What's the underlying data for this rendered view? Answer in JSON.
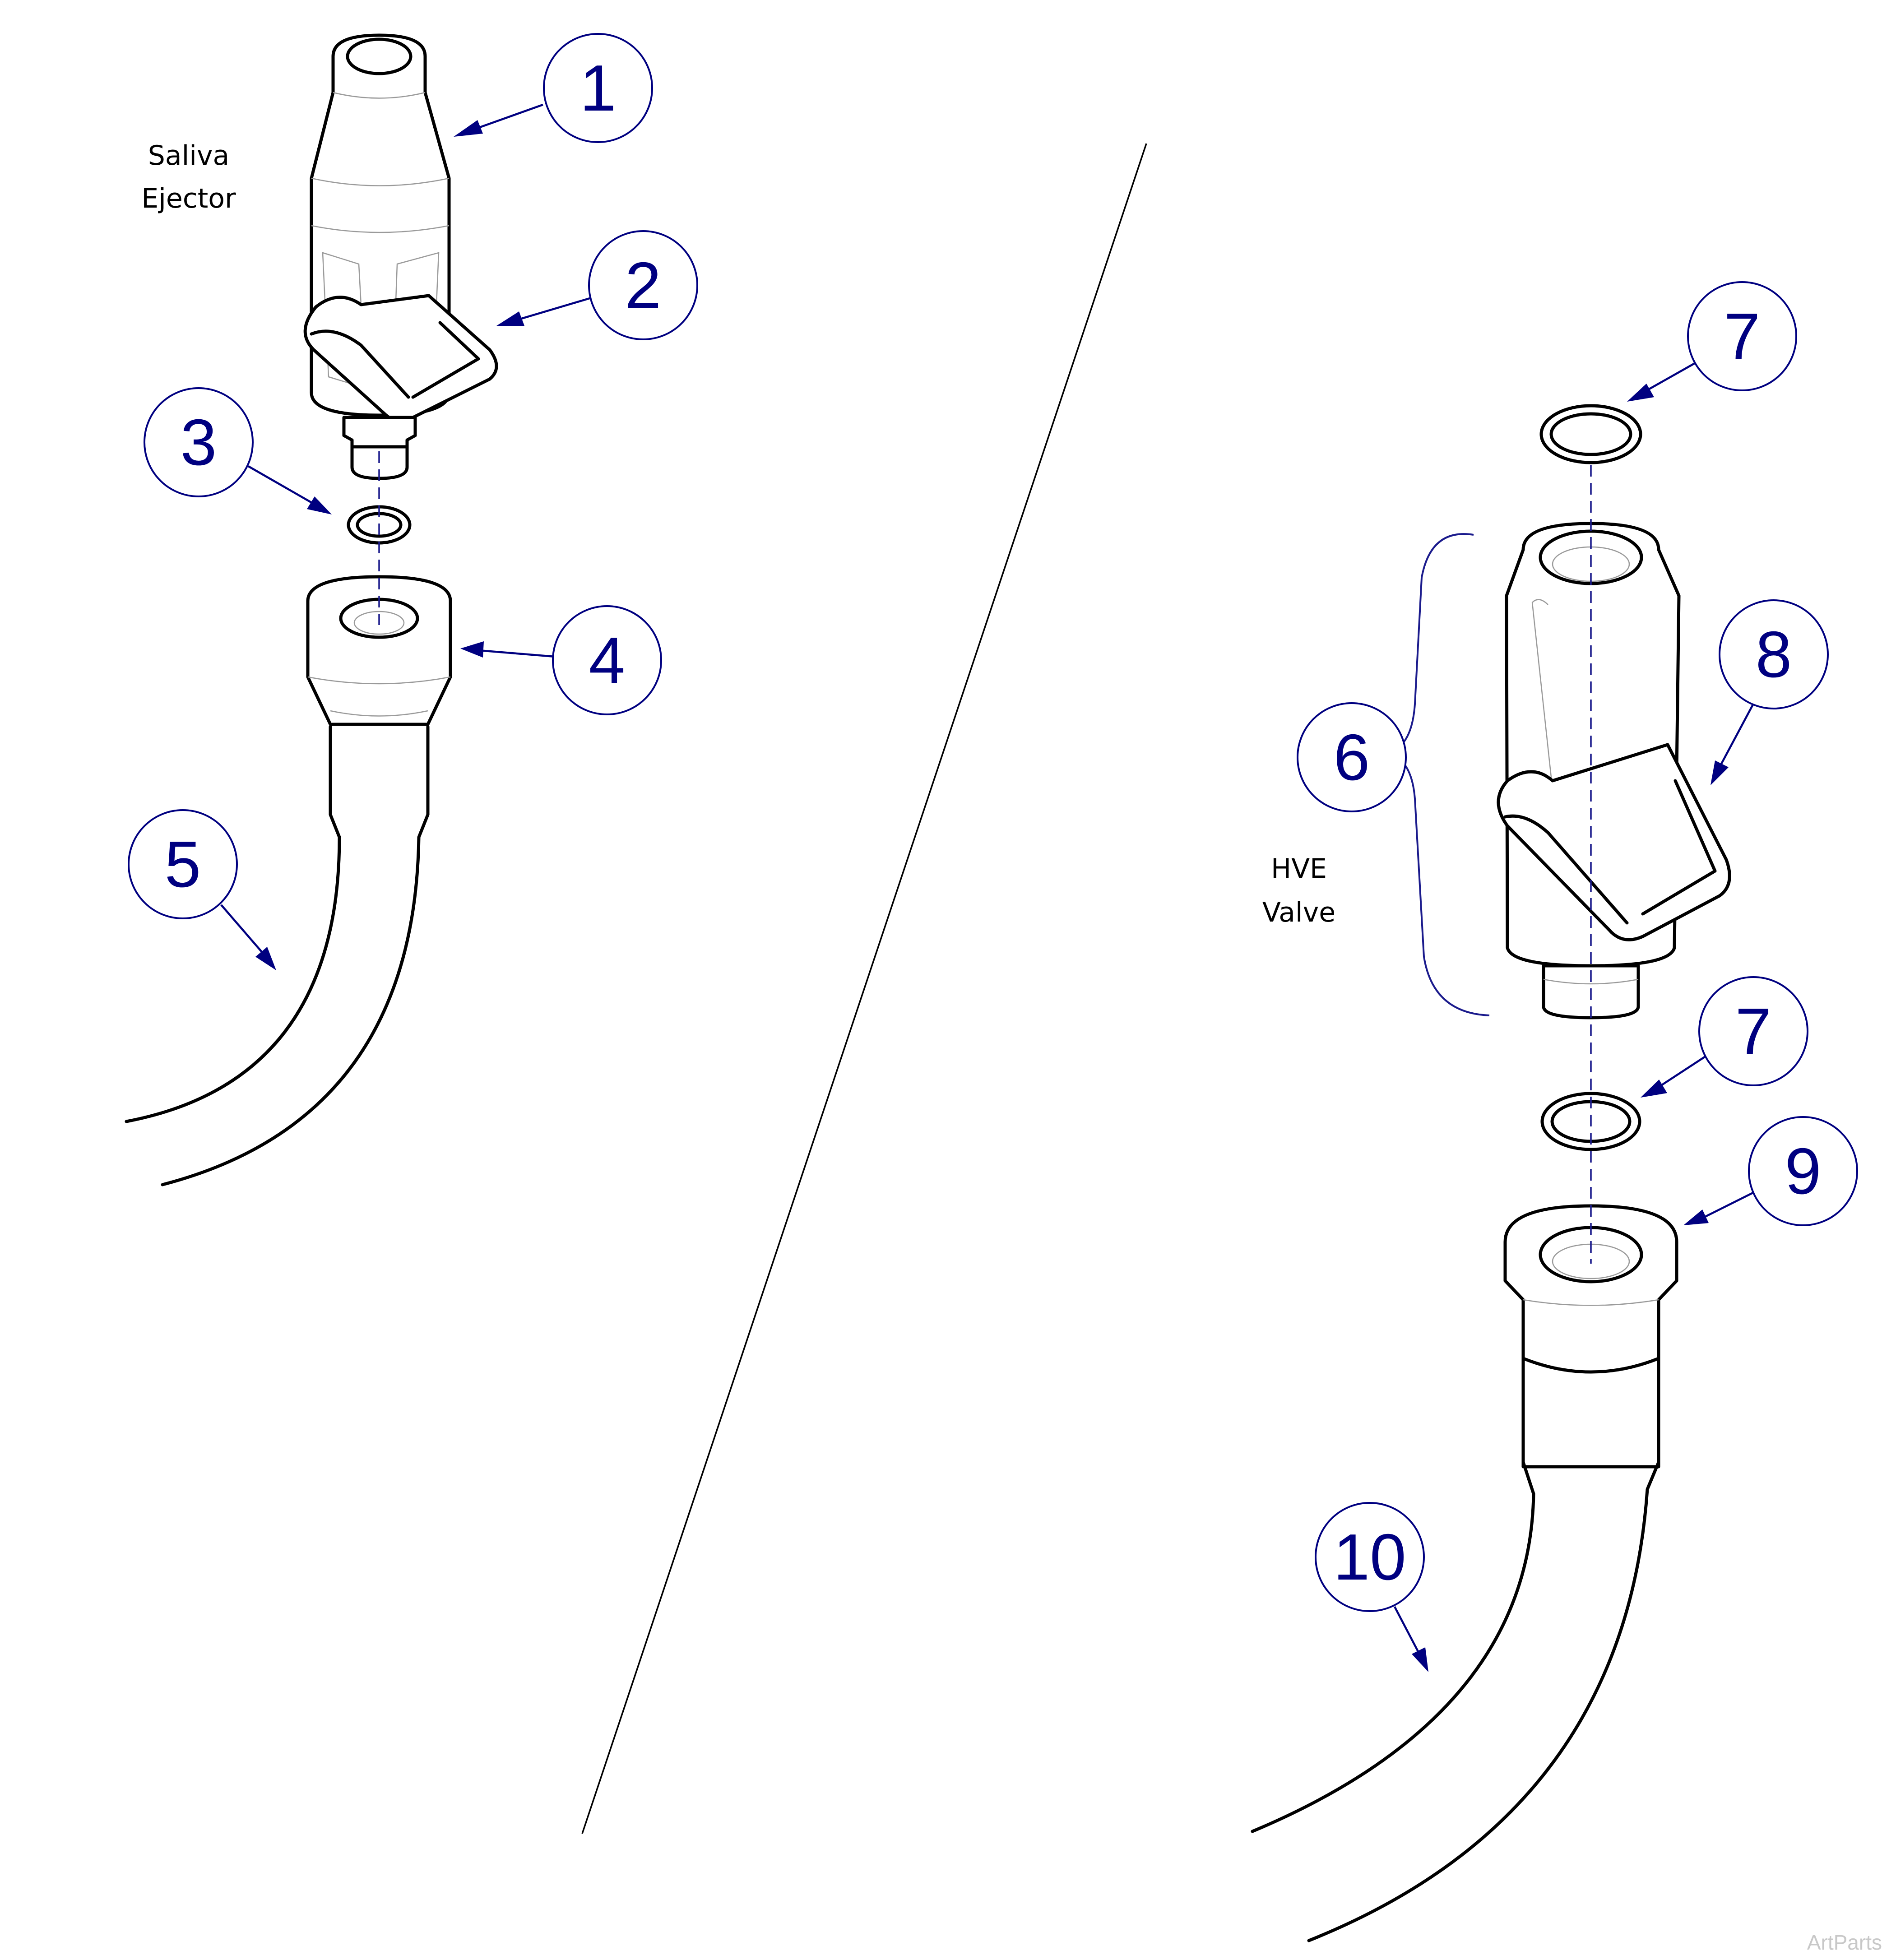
{
  "assemblies": {
    "saliva_ejector": {
      "label_line1": "Saliva",
      "label_line2": "Ejector"
    },
    "hve_valve": {
      "label_line1": "HVE",
      "label_line2": "Valve"
    }
  },
  "callouts": {
    "c1": "1",
    "c2": "2",
    "c3": "3",
    "c4": "4",
    "c5": "5",
    "c6": "6",
    "c7a": "7",
    "c7b": "7",
    "c8": "8",
    "c9": "9",
    "c10": "10"
  },
  "colors": {
    "callout": "#000080",
    "line_art": "#000000",
    "watermark": "#c8c8c8"
  },
  "watermark": "ArtParts"
}
